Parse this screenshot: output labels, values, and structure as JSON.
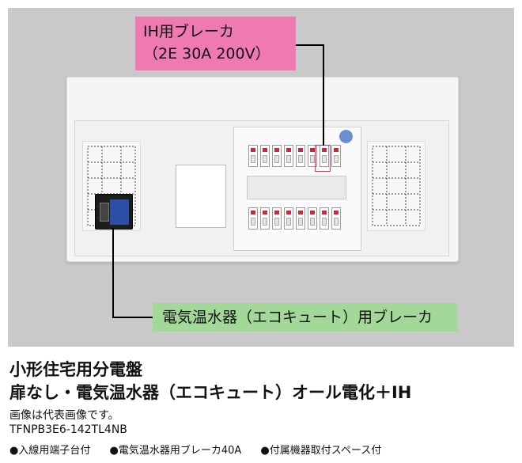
{
  "callouts": {
    "ih_line1": "IH用ブレーカ",
    "ih_line2": "（2E 30A 200V）",
    "ecocute": "電気温水器（エコキュート）用ブレーカ"
  },
  "product": {
    "title_line1": "小形住宅用分電盤",
    "title_line2": "扉なし・電気温水器（エコキュート）オール電化＋IH",
    "note": "画像は代表画像です。",
    "model": "TFNPB3E6-142TL4NB"
  },
  "features": [
    "●入線用端子台付",
    "●電気温水器用ブレーカ40A",
    "●付属機器取付スペース付"
  ],
  "colors": {
    "ih_callout": "#ee7ab1",
    "ecocute_callout": "#a3d998",
    "background": "#c9c9c9"
  }
}
